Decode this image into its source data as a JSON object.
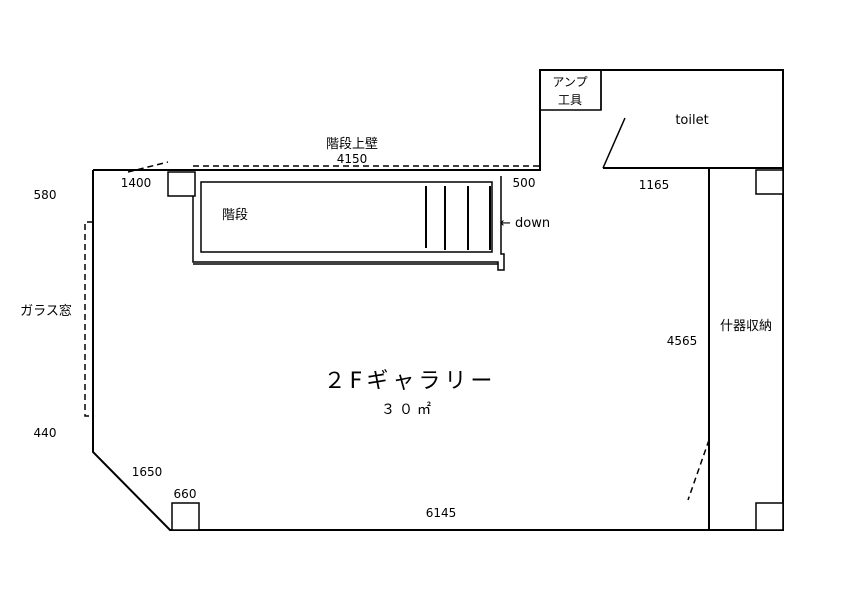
{
  "rooms": {
    "gallery": "２Fギャラリー",
    "gallery_area": "３０㎡",
    "stairs": "階段",
    "stairs_upper_wall": "階段上壁",
    "toilet": "toilet",
    "amp_line1": "アンプ",
    "amp_line2": "工具",
    "fixture_storage": "什器収納",
    "glass_window": "ガラス窓"
  },
  "stairs_direction": "← down",
  "dimensions": {
    "top_wall": "4150",
    "left_top": "580",
    "top_left_segment": "1400",
    "stairs_right": "500",
    "toilet_bottom": "1165",
    "right_wall": "4565",
    "left_bottom": "440",
    "diagonal": "1650",
    "bottom_left": "660",
    "bottom_wall": "6145"
  }
}
